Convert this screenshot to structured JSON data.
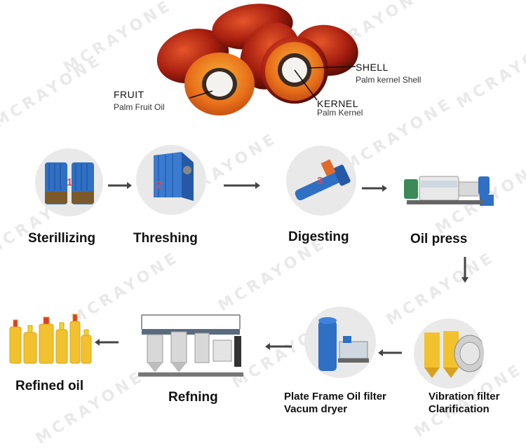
{
  "watermark": "MCRAYONE",
  "fruit_labels": {
    "fruit_title": "FRUIT",
    "fruit_sub": "Palm Fruit Oil",
    "shell_title": "SHELL",
    "shell_sub": "Palm kernel Shell",
    "kernel_title": "KERNEL",
    "kernel_sub": "Palm Kernel"
  },
  "steps": {
    "sterilizing": "Sterillizing",
    "threshing": "Threshing",
    "digesting": "Digesting",
    "oil_press": "Oil press",
    "vibration_1": "Vibration filter",
    "vibration_2": "Clarification",
    "plate_1": "Plate Frame Oil filter",
    "plate_2": "Vacum dryer",
    "refining": "Refning",
    "refined_oil": "Refined oil"
  },
  "step_numbers": [
    "1",
    "2",
    "3"
  ],
  "colors": {
    "fruit_red": "#b52a14",
    "fruit_orange": "#f08a1c",
    "machine_blue": "#2f6fc4",
    "oil_yellow": "#f2c12e"
  }
}
